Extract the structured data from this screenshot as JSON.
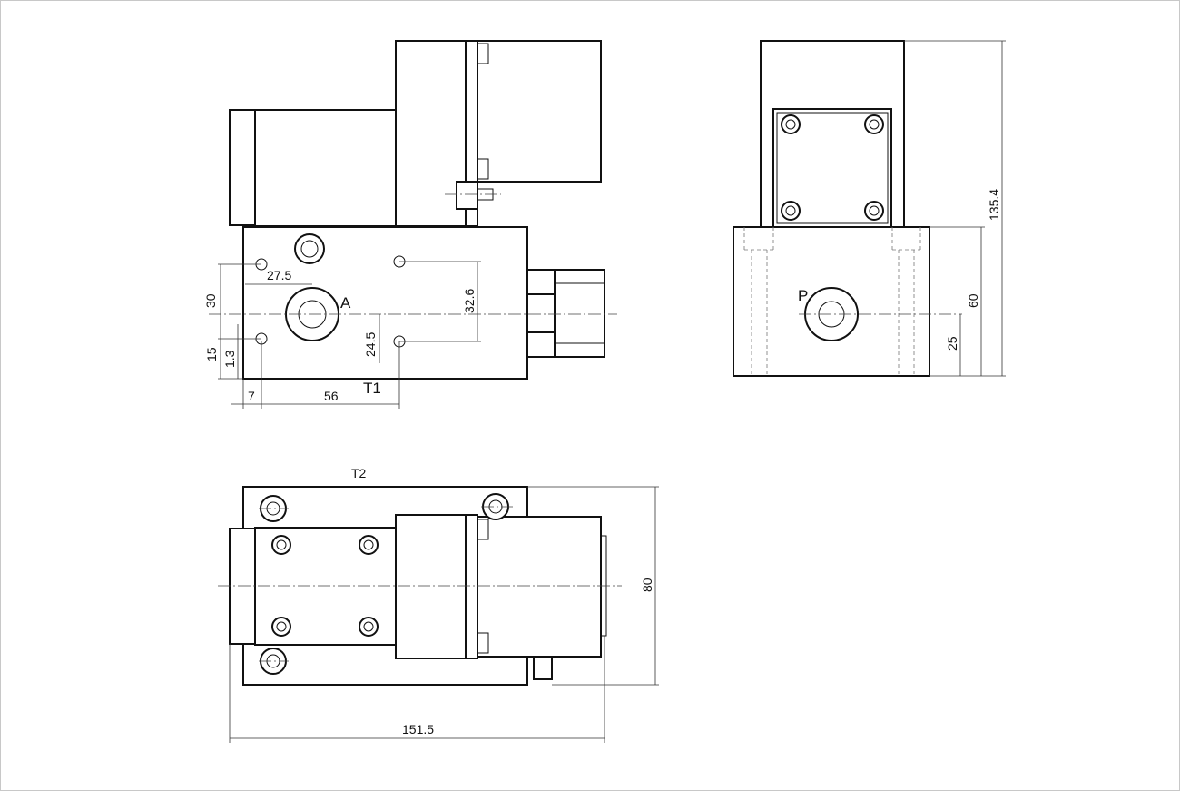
{
  "front_view": {
    "port_a": "A",
    "port_t1": "T1",
    "dim_27_5": "27.5",
    "dim_30": "30",
    "dim_32_6": "32.6",
    "dim_24_5": "24.5",
    "dim_15": "15",
    "dim_1_3": "1.3",
    "dim_7": "7",
    "dim_56": "56"
  },
  "side_view": {
    "port_p": "P",
    "dim_135_4": "135.4",
    "dim_60": "60",
    "dim_25": "25"
  },
  "top_view": {
    "port_t2": "T2",
    "dim_80": "80",
    "dim_151_5": "151.5"
  }
}
